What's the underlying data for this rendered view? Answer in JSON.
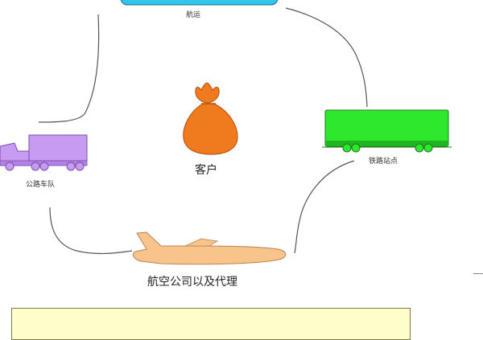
{
  "diagram": {
    "nodes": {
      "ship": {
        "label": "航运",
        "icon": "ship-icon",
        "color": "#33c4ec"
      },
      "customer": {
        "label": "客户",
        "icon": "money-bag-icon",
        "color": "#f07a1e"
      },
      "rail": {
        "label": "铁路站点",
        "icon": "train-icon",
        "color": "#2ee82e"
      },
      "truck": {
        "label": "公路车队",
        "icon": "truck-icon",
        "color": "#c79bf2"
      },
      "air": {
        "label": "航空公司以及代理",
        "icon": "airplane-icon",
        "color": "#f8c48c"
      }
    },
    "connectors": [
      "ship-truck",
      "ship-rail",
      "rail-air",
      "truck-air"
    ],
    "note_box_color": "#ffffcc"
  }
}
